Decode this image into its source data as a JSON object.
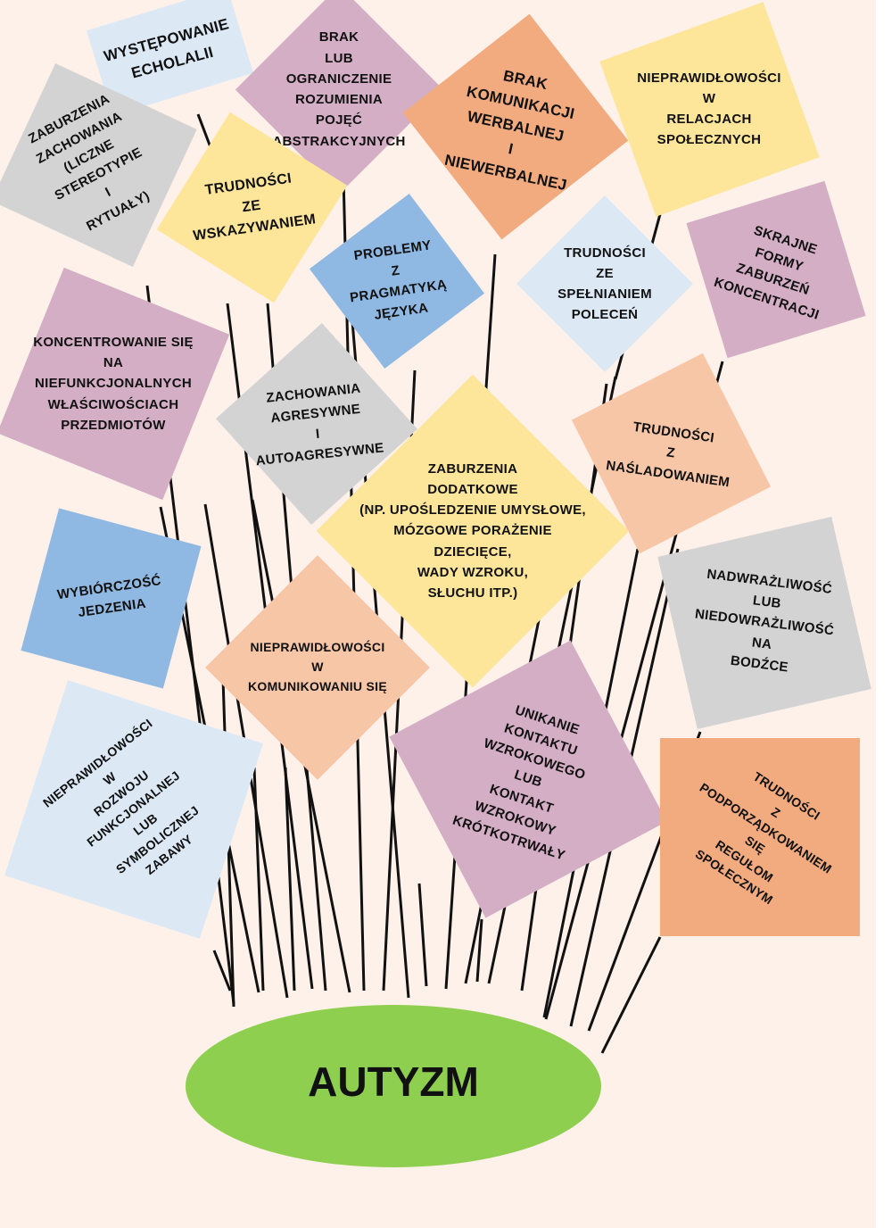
{
  "center": {
    "label": "AUTYZM",
    "color": "#8fcf4f"
  },
  "colors": {
    "background": "#fdf1ea",
    "purple": "#d4aec4",
    "orange": "#f2aa7f",
    "light_orange": "#f7c6a7",
    "yellow": "#fde69a",
    "gray": "#d3d3d3",
    "light_blue": "#dce9f5",
    "blue": "#8fb8e2"
  },
  "cards": [
    {
      "text": "WYSTĘPOWANIE\nECHOLALII",
      "color": "#dce9f5"
    },
    {
      "text": "BRAK\nLUB\nOGRANICZENIE\nROZUMIENIA\nPOJĘĆ\nABSTRAKCYJNYCH",
      "color": "#d4aec4"
    },
    {
      "text": "BRAK\nKOMUNIKACJI\nWERBALNEJ\nI\nNIEWERBALNEJ",
      "color": "#f2aa7f"
    },
    {
      "text": "NIEPRAWIDŁOWOŚCI\nW\nRELACJACH\nSPOŁECZNYCH",
      "color": "#fde69a"
    },
    {
      "text": "ZABURZENIA\nZACHOWANIA\n(LICZNE\nSTEREOTYPIE\nI\nRYTUAŁY)",
      "color": "#d3d3d3"
    },
    {
      "text": "TRUDNOŚCI\nZE\nWSKAZYWANIEM",
      "color": "#fde69a"
    },
    {
      "text": "PROBLEMY\nZ\nPRAGMATYKĄ\nJĘZYKA",
      "color": "#8fb8e2"
    },
    {
      "text": "TRUDNOŚCI\nZE\nSPEŁNIANIEM\nPOLECEŃ",
      "color": "#dce9f5"
    },
    {
      "text": "SKRAJNE\nFORMY\nZABURZEŃ\nKONCENTRACJI",
      "color": "#d4aec4"
    },
    {
      "text": "KONCENTROWANIE SIĘ\nNA\nNIEFUNKCJONALNYCH\nWŁAŚCIWOŚCIACH\nPRZEDMIOTÓW",
      "color": "#d4aec4"
    },
    {
      "text": "ZACHOWANIA\nAGRESYWNE\nI\nAUTOAGRESYWNE",
      "color": "#d3d3d3"
    },
    {
      "text": "TRUDNOŚCI\nZ\nNAŚLADOWANIEM",
      "color": "#f7c6a7"
    },
    {
      "text": "ZABURZENIA\nDODATKOWE\n(NP. UPOŚLEDZENIE UMYSŁOWE,\nMÓZGOWE PORAŻENIE\nDZIECIĘCE,\nWADY WZROKU,\nSŁUCHU ITP.)",
      "color": "#fde69a"
    },
    {
      "text": "NADWRAŻLIWOŚĆ\nLUB\nNIEDOWRAŻLIWOŚĆ\nNA\nBODŹCE",
      "color": "#d3d3d3"
    },
    {
      "text": "WYBIÓRCZOŚĆ\nJEDZENIA",
      "color": "#8fb8e2"
    },
    {
      "text": "NIEPRAWIDŁOWOŚCI\nW\nKOMUNIKOWANIU SIĘ",
      "color": "#f7c6a7"
    },
    {
      "text": "UNIKANIE\nKONTAKTU\nWZROKOWEGO\nLUB\nKONTAKT\nWZROKOWY\nKRÓTKOTRWAŁY",
      "color": "#d4aec4"
    },
    {
      "text": "TRUDNOŚCI\nZ\nPODPORZĄDKOWANIEM\nSIĘ\nREGUŁOM\nSPOŁECZNYM",
      "color": "#f2aa7f"
    },
    {
      "text": "NIEPRAWIDŁOWOŚCI\nW\nROZWOJU\nFUNKCJONALNEJ\nLUB\nSYMBOLICZNEJ\nZABAWY",
      "color": "#dce9f5"
    }
  ]
}
